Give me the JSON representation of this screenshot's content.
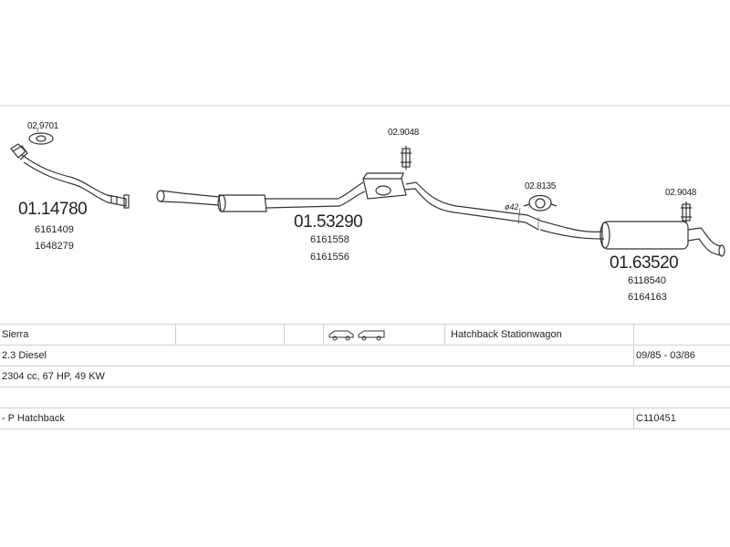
{
  "parts": {
    "gasket_1": "02.9701",
    "front_pipe": {
      "number": "01.14780",
      "oe": [
        "6161409",
        "1648279"
      ]
    },
    "hanger_1": "02.9048",
    "middle_silencer": {
      "number": "01.53290",
      "oe": [
        "6161558",
        "6161556"
      ]
    },
    "clamp_diameter": "ø42",
    "clamp": "02.8135",
    "hanger_2": "02.9048",
    "rear_silencer": {
      "number": "01.63520",
      "oe": [
        "6118540",
        "6164163"
      ]
    }
  },
  "spec": {
    "model": "Sierra",
    "body_types": "Hatchback Stationwagon",
    "engine": "2.3 Diesel",
    "production": "09/85 - 03/86",
    "power": "2304 cc, 67 HP, 49 KW",
    "variant": "- P Hatchback",
    "code": "C110451"
  },
  "icons": [
    "hatchback-car-icon",
    "stationwagon-car-icon"
  ],
  "colors": {
    "line": "#333333",
    "grid": "#cfcfcf"
  }
}
